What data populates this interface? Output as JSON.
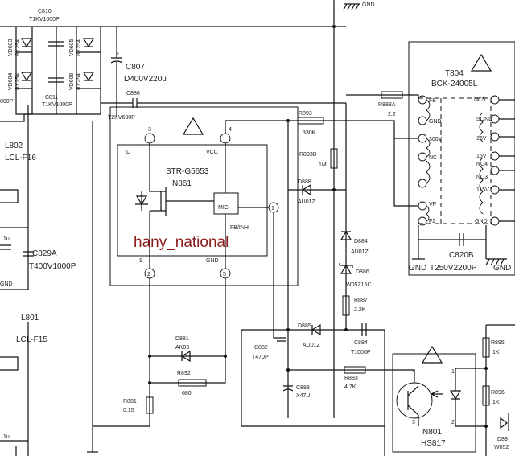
{
  "labels": {
    "c810": "C810",
    "c810_val": "T1KV1000P",
    "vd603": "VD603",
    "vd603_part": "BY254",
    "vd605": "VD605",
    "vd605_part": "BY254",
    "vd604": "VD604",
    "vd604_part": "BY254",
    "vd606": "VD606",
    "vd606_part": "BY254",
    "c807": "C807",
    "c807_val": "D400V220u",
    "c811": "C811",
    "c811_val": "T1KV1000P",
    "left_frag": "000P",
    "c886": "C886",
    "c886_val": "T2KV680P",
    "l802": "L802",
    "l802_val": "LCL-F16",
    "c829a": "C829A",
    "c829a_val": "T400V1000P",
    "cap_1u_a": "1u",
    "cap_1u_b": "1u",
    "gnd_left": "GND",
    "l801": "L801",
    "l801_val": "LCL-F15",
    "gnd_top": "GND",
    "ic_part": "STR-G5653",
    "ic_ref": "N861",
    "ic_pin_d": "D",
    "ic_pin_vcc": "VCC",
    "ic_pin_mic": "MIC",
    "ic_pin_fb": "FB/INH",
    "ic_pin_s": "S",
    "ic_pin_gnd": "GND",
    "pin3": "3",
    "pin4": "4",
    "pin1": "1",
    "pin2": "2",
    "pin5": "5",
    "r893": "R893",
    "r893_val": "330K",
    "r893b": "R893B",
    "r893b_val": "1M",
    "d888": "D888",
    "d888_part": "AU01Z",
    "d884": "D884",
    "d884_part": "AU01Z",
    "d886": "D886",
    "d886_part": "W05Z15C",
    "r887": "R887",
    "r887_val": "2.2K",
    "d881": "D881",
    "d881_part": "AK03",
    "r892": "R892",
    "r892_val": "680",
    "r881": "R881",
    "r881_val": "0.15",
    "c882": "C882",
    "c882_val": "T470P",
    "d885": "D885",
    "d885_part": "AU01Z",
    "c884": "C884",
    "c884_val": "T1000P",
    "c883": "C883",
    "c883_val": "X47U",
    "r883": "R883",
    "r883_val": "4.7K",
    "n801": "N801",
    "n801_part": "HS817",
    "opto_pin4": "4",
    "opto_pin3": "3",
    "opto_pin1": "1",
    "opto_pin2": "2",
    "t804": "T804",
    "t804_part": "BCK-24005L",
    "r888a": "R888A",
    "r888a_val": "2.2",
    "t_fb": "FB",
    "t_gnd": "GND",
    "t_300v": "300V",
    "t_nc": "NC",
    "t_vp": "VP",
    "t_f2": "F2",
    "t_nc5": "NC5",
    "t_sond": "SOND",
    "t_16v": "16V",
    "t_15v": "15V",
    "t_nc4": "NC4",
    "t_nc3": "NC3",
    "t_115v": "115V",
    "t_gnd2": "GND",
    "c820b": "C820B",
    "c820b_val": "T250V2200P",
    "gnd_bl": "GND",
    "gnd_br": "GND",
    "r895": "R895",
    "r895_val": "1K",
    "r896": "R896",
    "r896_val": "1K",
    "d89_frag": "D89",
    "w052_frag": "W052",
    "watermark": "hany_national"
  },
  "icons": [
    "warning-triangle-icon",
    "ground-icon",
    "resistor-symbol",
    "capacitor-symbol",
    "diode-symbol",
    "zener-symbol",
    "transformer-symbol",
    "mosfet-symbol",
    "optocoupler-symbol"
  ]
}
